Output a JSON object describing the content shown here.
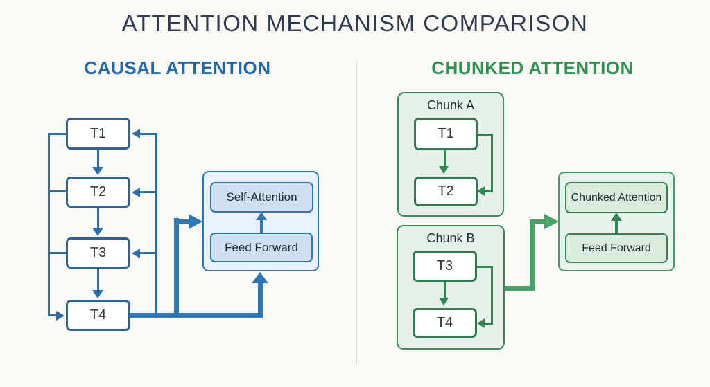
{
  "title": "ATTENTION MECHANISM COMPARISON",
  "left": {
    "heading": "CAUSAL ATTENTION",
    "tokens": [
      "T1",
      "T2",
      "T3",
      "T4"
    ],
    "block": {
      "attention": "Self-Attention",
      "feed_forward": "Feed Forward"
    }
  },
  "right": {
    "heading": "CHUNKED ATTENTION",
    "chunk_a": {
      "label": "Chunk A",
      "tokens": [
        "T1",
        "T2"
      ]
    },
    "chunk_b": {
      "label": "Chunk B",
      "tokens": [
        "T3",
        "T4"
      ]
    },
    "block": {
      "attention": "Chunked Attention",
      "feed_forward": "Feed Forward"
    }
  },
  "colors": {
    "background": "#faf9f6",
    "title_color": "#2e3b4e",
    "left_heading_color": "#2268ac",
    "right_heading_color": "#2e9150",
    "blue_line": "#2b6cab",
    "blue_thick": "#2e77b7",
    "green_line": "#2f8652",
    "green_thick": "#47a36a"
  }
}
